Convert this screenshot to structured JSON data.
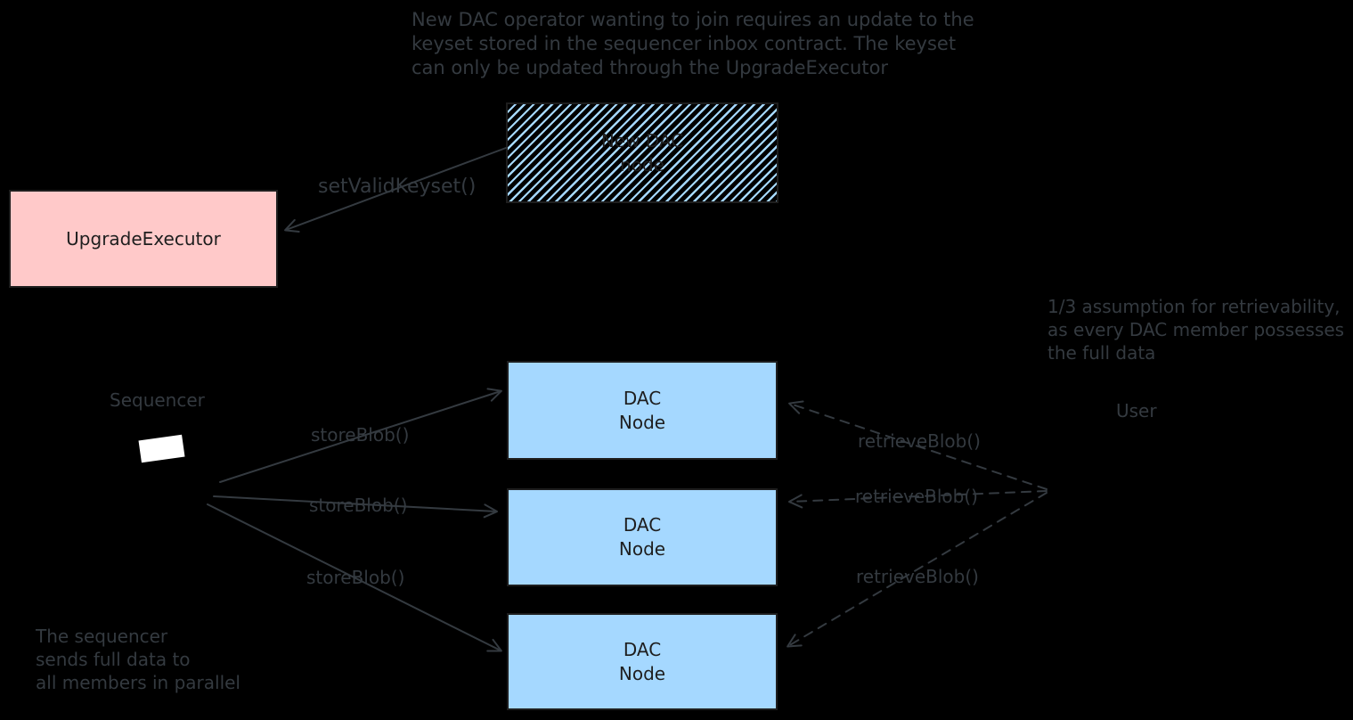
{
  "colors": {
    "background": "#000000",
    "stroke": "#343a40",
    "box_border": "#1e1e1e",
    "box_text": "#1e1e1e",
    "dac_fill": "#a5d8ff",
    "upgrade_executor_fill": "#ffc9c9",
    "sequencer_screen": "#ffffff"
  },
  "notes": {
    "keyset_update": {
      "lines": [
        "New DAC operator wanting to join requires an update to the",
        "keyset stored in the sequencer inbox contract. The keyset",
        "can only be updated through the UpgradeExecutor"
      ]
    },
    "retrievability": {
      "lines": [
        "1/3 assumption for retrievability,",
        "as every DAC member possesses",
        "the full data"
      ]
    },
    "parallel_send": {
      "lines": [
        "The sequencer",
        "sends full data to",
        "all members in parallel"
      ]
    }
  },
  "nodes": {
    "new_dac": {
      "lines": [
        "New DAC",
        "node"
      ],
      "fill_style": "hachure"
    },
    "upgrade_executor": {
      "label": "UpgradeExecutor"
    },
    "dac": [
      {
        "lines": [
          "DAC",
          "Node"
        ]
      },
      {
        "lines": [
          "DAC",
          "Node"
        ]
      },
      {
        "lines": [
          "DAC",
          "Node"
        ]
      }
    ],
    "sequencer": {
      "label": "Sequencer"
    },
    "user": {
      "label": "User"
    }
  },
  "edges": {
    "set_valid_keyset": {
      "label": "setValidKeyset()",
      "style": "solid"
    },
    "store_blob": {
      "labels": [
        "storeBlob()",
        "storeBlob()",
        "storeBlob()"
      ],
      "style": "solid"
    },
    "retrieve_blob": {
      "labels": [
        "retrieveBlob()",
        "retrieveBlob()",
        "retrieveBlob()"
      ],
      "style": "dashed"
    }
  }
}
